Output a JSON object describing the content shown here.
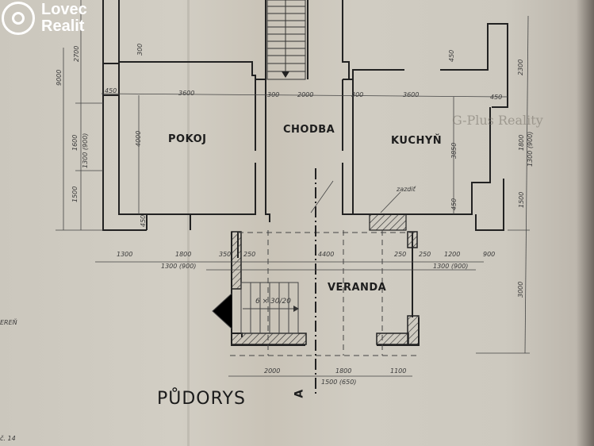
{
  "branding": {
    "logo_line1": "Lovec",
    "logo_line2": "Realit",
    "watermark": "G-Plus Reality"
  },
  "drawing": {
    "title": "PŮDORYS",
    "section_marker": "A",
    "rooms": [
      {
        "id": "pokoj",
        "label": "POKOJ"
      },
      {
        "id": "chodba",
        "label": "CHODBA"
      },
      {
        "id": "kuchyn",
        "label": "KUCHYŇ"
      },
      {
        "id": "veranda",
        "label": "VERANDA"
      }
    ],
    "annotations": {
      "stairs": "6 × 30/20",
      "zazdit": "zazdiť",
      "left_fragment": "EREŇ",
      "bottom_left_fragment": "č. 14"
    },
    "dimensions": {
      "top_row": [
        "450",
        "3600",
        "300",
        "2000",
        "300",
        "3600",
        "450"
      ],
      "left_vertical": [
        "9000",
        "2700",
        "1600",
        "1300 (900)",
        "1500",
        "300"
      ],
      "right_vertical": [
        "450",
        "2300",
        "1800",
        "1300 (900)",
        "1500",
        "3000"
      ],
      "room_heights": [
        "4000",
        "3850",
        "450",
        "450"
      ],
      "middle_row": [
        "1300",
        "1800",
        "350",
        "250",
        "4400",
        "250",
        "250",
        "1200",
        "900"
      ],
      "middle_row_sub": [
        "1300 (900)",
        "1300 (900)"
      ],
      "bottom_row": [
        "2000",
        "1800",
        "1100"
      ],
      "bottom_row_sub": "1500 (650)"
    }
  }
}
